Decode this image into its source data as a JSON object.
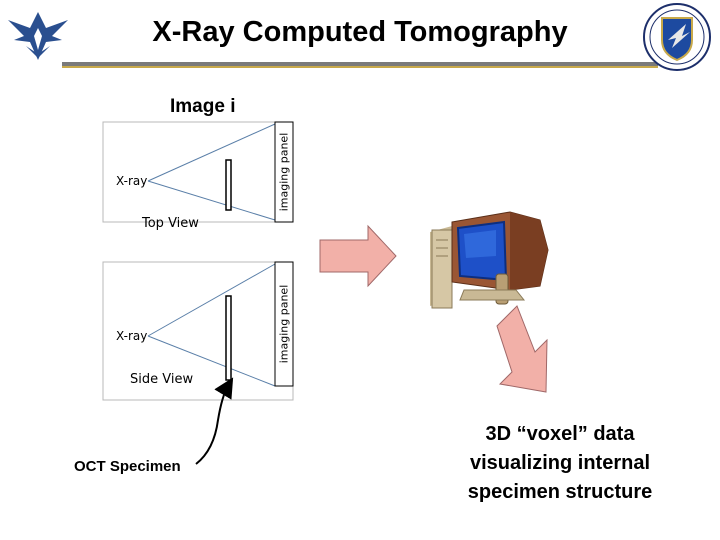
{
  "header": {
    "title": "X-Ray Computed Tomography"
  },
  "diagram": {
    "image_label": "Image i",
    "top_view": {
      "source_label": "X-ray",
      "panel_label": "imaging panel",
      "view_label": "Top View"
    },
    "side_view": {
      "source_label": "X-ray",
      "panel_label": "imaging panel",
      "view_label": "Side View"
    },
    "specimen_label": "OCT Specimen",
    "output_caption": "3D “voxel” data visualizing internal specimen structure"
  },
  "colors": {
    "arrow_fill": "#f2b0a8",
    "arrow_stroke": "#a06868",
    "beam_line": "#5a7fa8",
    "monitor_screen": "#1e50c8",
    "computer_beige": "#d6c7a5",
    "monitor_brown": "#8a4a2a"
  },
  "icons": {
    "left_logo": "air-force-wings-icon",
    "right_logo": "afrl-shield-icon",
    "computer": "desktop-computer-icon"
  }
}
